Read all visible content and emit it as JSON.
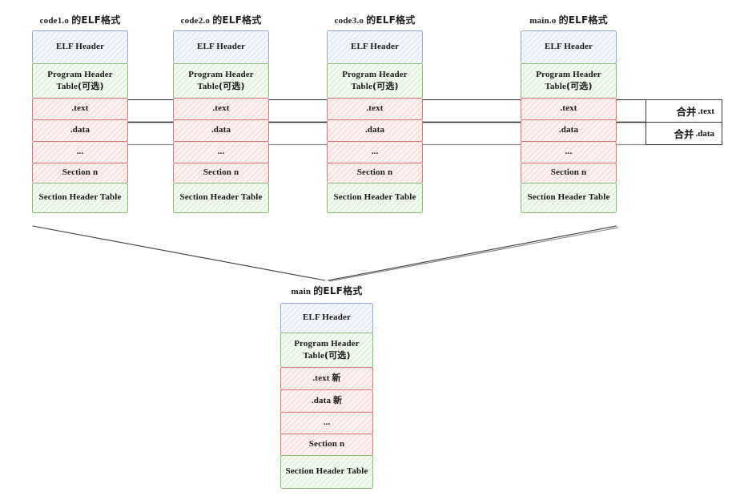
{
  "diagram": {
    "title_suffix_cjk": "的ELF格式",
    "columns": [
      {
        "name_latin": "code1.o",
        "title_cjk": "的ELF格式",
        "segments": [
          {
            "label": "ELF Header",
            "label_cjk": "",
            "color": "blue"
          },
          {
            "label": "Program Header",
            "label2": "Table",
            "label_cjk": "(可选)",
            "color": "green"
          },
          {
            "label": ".text",
            "label_cjk": "",
            "color": "red"
          },
          {
            "label": ".data",
            "label_cjk": "",
            "color": "red"
          },
          {
            "label": "...",
            "label_cjk": "",
            "color": "red"
          },
          {
            "label": "Section n",
            "label_cjk": "",
            "color": "red"
          },
          {
            "label": "Section Header Table",
            "label_cjk": "",
            "color": "green"
          }
        ]
      },
      {
        "name_latin": "code2.o",
        "title_cjk": "的ELF格式",
        "segments": [
          {
            "label": "ELF Header",
            "label_cjk": "",
            "color": "blue"
          },
          {
            "label": "Program Header",
            "label2": "Table",
            "label_cjk": "(可选)",
            "color": "green"
          },
          {
            "label": ".text",
            "label_cjk": "",
            "color": "red"
          },
          {
            "label": ".data",
            "label_cjk": "",
            "color": "red"
          },
          {
            "label": "...",
            "label_cjk": "",
            "color": "red"
          },
          {
            "label": "Section n",
            "label_cjk": "",
            "color": "red"
          },
          {
            "label": "Section Header Table",
            "label_cjk": "",
            "color": "green"
          }
        ]
      },
      {
        "name_latin": "code3.o",
        "title_cjk": "的ELF格式",
        "segments": [
          {
            "label": "ELF Header",
            "label_cjk": "",
            "color": "blue"
          },
          {
            "label": "Program Header",
            "label2": "Table",
            "label_cjk": "(可选)",
            "color": "green"
          },
          {
            "label": ".text",
            "label_cjk": "",
            "color": "red"
          },
          {
            "label": ".data",
            "label_cjk": "",
            "color": "red"
          },
          {
            "label": "...",
            "label_cjk": "",
            "color": "red"
          },
          {
            "label": "Section n",
            "label_cjk": "",
            "color": "red"
          },
          {
            "label": "Section Header Table",
            "label_cjk": "",
            "color": "green"
          }
        ]
      },
      {
        "name_latin": "main.o",
        "title_cjk": "的ELF格式",
        "segments": [
          {
            "label": "ELF Header",
            "label_cjk": "",
            "color": "blue"
          },
          {
            "label": "Program Header",
            "label2": "Table",
            "label_cjk": "(可选)",
            "color": "green"
          },
          {
            "label": ".text",
            "label_cjk": "",
            "color": "red"
          },
          {
            "label": ".data",
            "label_cjk": "",
            "color": "red"
          },
          {
            "label": "...",
            "label_cjk": "",
            "color": "red"
          },
          {
            "label": "Section n",
            "label_cjk": "",
            "color": "red"
          },
          {
            "label": "Section Header Table",
            "label_cjk": "",
            "color": "green"
          }
        ]
      }
    ],
    "merge_notes": [
      {
        "cjk": "合并",
        "latin": ".text"
      },
      {
        "cjk": "合并",
        "latin": ".data"
      }
    ],
    "result": {
      "name_latin": "main",
      "title_cjk": "的ELF格式",
      "segments": [
        {
          "label": "ELF Header",
          "label_cjk": "",
          "color": "blue"
        },
        {
          "label": "Program Header",
          "label2": "Table",
          "label_cjk": "(可选)",
          "color": "green"
        },
        {
          "label": ".text",
          "label_cjk": "新",
          "color": "red"
        },
        {
          "label": ".data",
          "label_cjk": "新",
          "color": "red"
        },
        {
          "label": "...",
          "label_cjk": "",
          "color": "red"
        },
        {
          "label": "Section n",
          "label_cjk": "",
          "color": "red"
        },
        {
          "label": "Section Header Table",
          "label_cjk": "",
          "color": "green"
        }
      ]
    }
  },
  "colors": {
    "blue_border": "#8fa9cf",
    "blue_fill": "#f3f6fc",
    "green_border": "#86bb6d",
    "green_fill": "#f2f9ee",
    "red_border": "#d9736f",
    "red_fill": "#fdf1f1",
    "line_dark": "#2b2b2b",
    "line_grey": "#8b8b8b"
  }
}
